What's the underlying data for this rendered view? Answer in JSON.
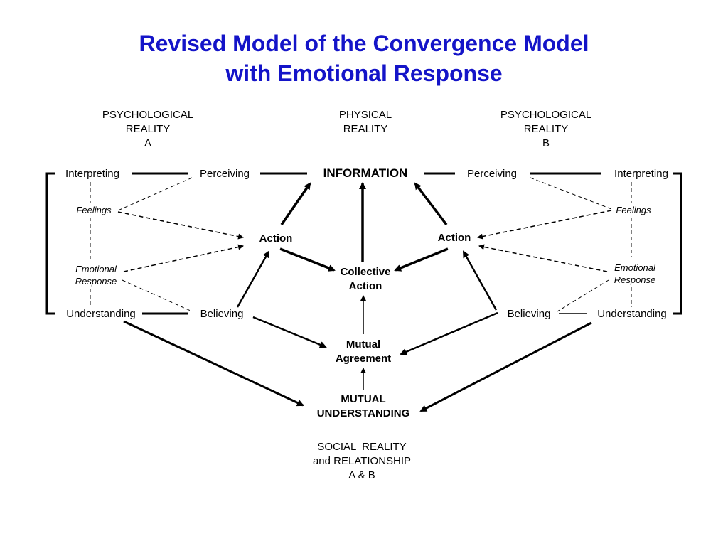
{
  "title": {
    "line1": "Revised Model of the Convergence Model",
    "line2": "with Emotional Response"
  },
  "headers": {
    "left": [
      "PSYCHOLOGICAL",
      "REALITY",
      "A"
    ],
    "center": [
      "PHYSICAL",
      "REALITY"
    ],
    "right": [
      "PSYCHOLOGICAL",
      "REALITY",
      "B"
    ]
  },
  "nodes": {
    "interpreting_a": "Interpreting",
    "perceiving_a": "Perceiving",
    "information": "INFORMATION",
    "perceiving_b": "Perceiving",
    "interpreting_b": "Interpreting",
    "feelings_a": "Feelings",
    "feelings_b": "Feelings",
    "action_a": "Action",
    "action_b": "Action",
    "collective_action": [
      "Collective",
      "Action"
    ],
    "emotional_response_a": [
      "Emotional",
      "Response"
    ],
    "emotional_response_b": [
      "Emotional",
      "Response"
    ],
    "understanding_a": "Understanding",
    "believing_a": "Believing",
    "believing_b": "Believing",
    "understanding_b": "Understanding",
    "mutual_agreement": [
      "Mutual",
      "Agreement"
    ],
    "mutual_understanding": [
      "MUTUAL",
      "UNDERSTANDING"
    ],
    "social_reality": [
      "SOCIAL  REALITY",
      "and RELATIONSHIP",
      "A & B"
    ]
  },
  "colors": {
    "title": "#1414c8",
    "lines": "#000000"
  }
}
